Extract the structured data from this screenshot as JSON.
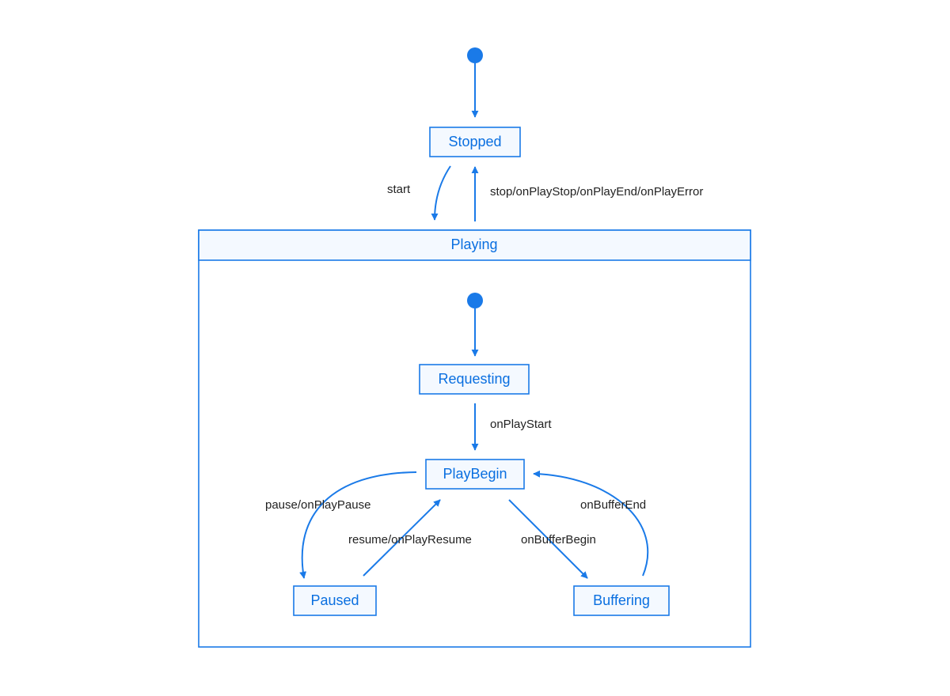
{
  "colors": {
    "accent": "#1a7ae8",
    "state_text": "#0a6fe0",
    "label_text": "#222222",
    "box_fill": "#f4f9ff"
  },
  "states": {
    "stopped": "Stopped",
    "playing": "Playing",
    "requesting": "Requesting",
    "playbegin": "PlayBegin",
    "paused": "Paused",
    "buffering": "Buffering"
  },
  "transitions": {
    "start": "start",
    "stop": "stop/onPlayStop/onPlayEnd/onPlayError",
    "on_play_start": "onPlayStart",
    "pause": "pause/onPlayPause",
    "resume": "resume/onPlayResume",
    "on_buffer_begin": "onBufferBegin",
    "on_buffer_end": "onBufferEnd"
  }
}
